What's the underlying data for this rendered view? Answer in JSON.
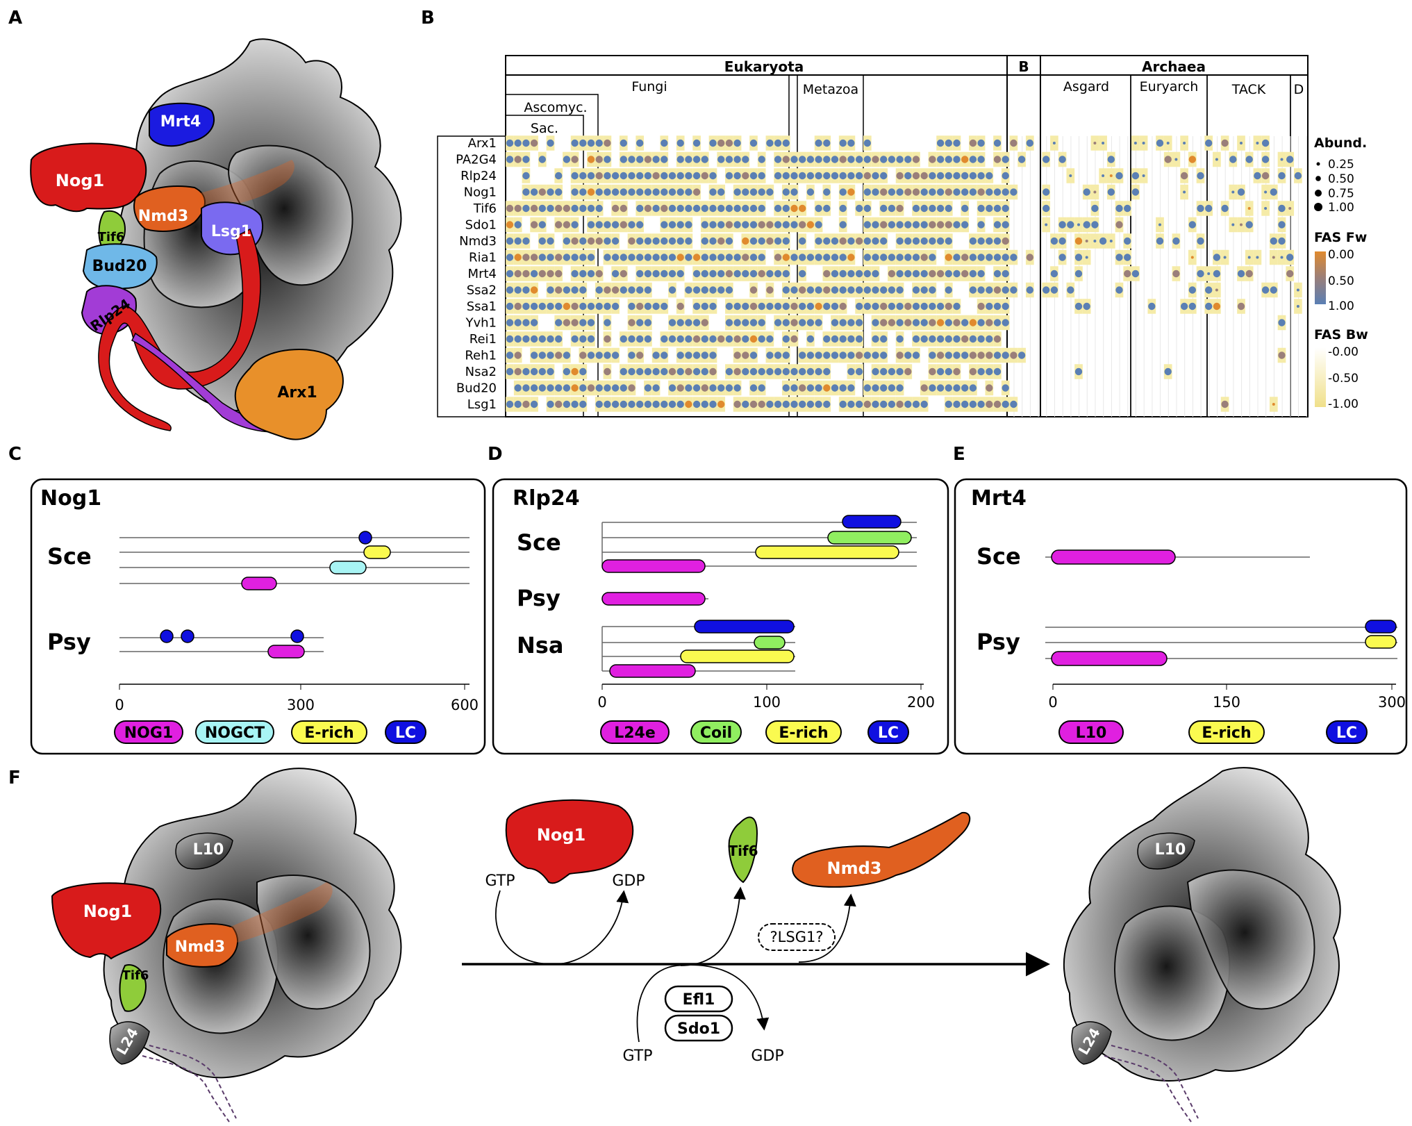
{
  "panel_letters": {
    "a": "A",
    "b": "B",
    "c": "C",
    "d": "D",
    "e": "E",
    "f": "F"
  },
  "panel_a": {
    "labels": [
      "Mrt4",
      "Nog1",
      "Nmd3",
      "Tif6",
      "Lsg1",
      "Bud20",
      "Rlp24",
      "Arx1"
    ]
  },
  "panel_b": {
    "groups": {
      "eukaryota": "Eukaryota",
      "b": "B",
      "archaea": "Archaea",
      "fungi": "Fungi",
      "ascomyc": "Ascomyc.",
      "sac": "Sac.",
      "metazoa": "Metazoa",
      "asgard": "Asgard",
      "euryarch": "Euryarch",
      "tack": "TACK",
      "d": "D"
    },
    "rows": [
      "Arx1",
      "PA2G4",
      "Rlp24",
      "Nog1",
      "Tif6",
      "Sdo1",
      "Nmd3",
      "Ria1",
      "Mrt4",
      "Ssa2",
      "Ssa1",
      "Yvh1",
      "Rei1",
      "Reh1",
      "Nsa2",
      "Bud20",
      "Lsg1"
    ],
    "legend": {
      "abund_title": "Abund.",
      "abund_values": [
        "0.25",
        "0.50",
        "0.75",
        "1.00"
      ],
      "fasfw_title": "FAS Fw",
      "fasfw_values": [
        "0.00",
        "0.50",
        "1.00"
      ],
      "fasbw_title": "FAS Bw",
      "fasbw_values": [
        "-0.00",
        "-0.50",
        "-1.00"
      ]
    },
    "colors": {
      "high": "#5a7fb4",
      "mid": "#9a7f7a",
      "low": "#e08a2e",
      "bw": "#f5eba8"
    }
  },
  "panel_c": {
    "title": "Nog1",
    "species": [
      "Sce",
      "Psy"
    ],
    "axis_ticks": [
      "0",
      "300",
      "600"
    ],
    "legend": [
      "NOG1",
      "NOGCT",
      "E-rich",
      "LC"
    ]
  },
  "panel_d": {
    "title": "Rlp24",
    "species": [
      "Sce",
      "Psy",
      "Nsa"
    ],
    "axis_ticks": [
      "0",
      "100",
      "200"
    ],
    "legend": [
      "L24e",
      "Coil",
      "E-rich",
      "LC"
    ]
  },
  "panel_e": {
    "title": "Mrt4",
    "species": [
      "Sce",
      "Psy"
    ],
    "axis_ticks": [
      "0",
      "150",
      "300"
    ],
    "legend": [
      "L10",
      "E-rich",
      "LC"
    ]
  },
  "panel_f": {
    "left_labels": {
      "l10": "L10",
      "nog1": "Nog1",
      "nmd3": "Nmd3",
      "tif6": "Tif6",
      "l24": "L24"
    },
    "middle": {
      "nog1": "Nog1",
      "tif6": "Tif6",
      "nmd3": "Nmd3",
      "gtp1": "GTP",
      "gdp1": "GDP",
      "lsg1": "?LSG1?",
      "efl1": "Efl1",
      "sdo1": "Sdo1",
      "gtp2": "GTP",
      "gdp2": "GDP"
    },
    "right_labels": {
      "l10": "L10",
      "l24": "L24"
    }
  },
  "domain_colors": {
    "magenta": "#e020e0",
    "cyan": "#a8f4f4",
    "yellow": "#fafa50",
    "blue": "#1010e0",
    "green": "#90ee60"
  }
}
